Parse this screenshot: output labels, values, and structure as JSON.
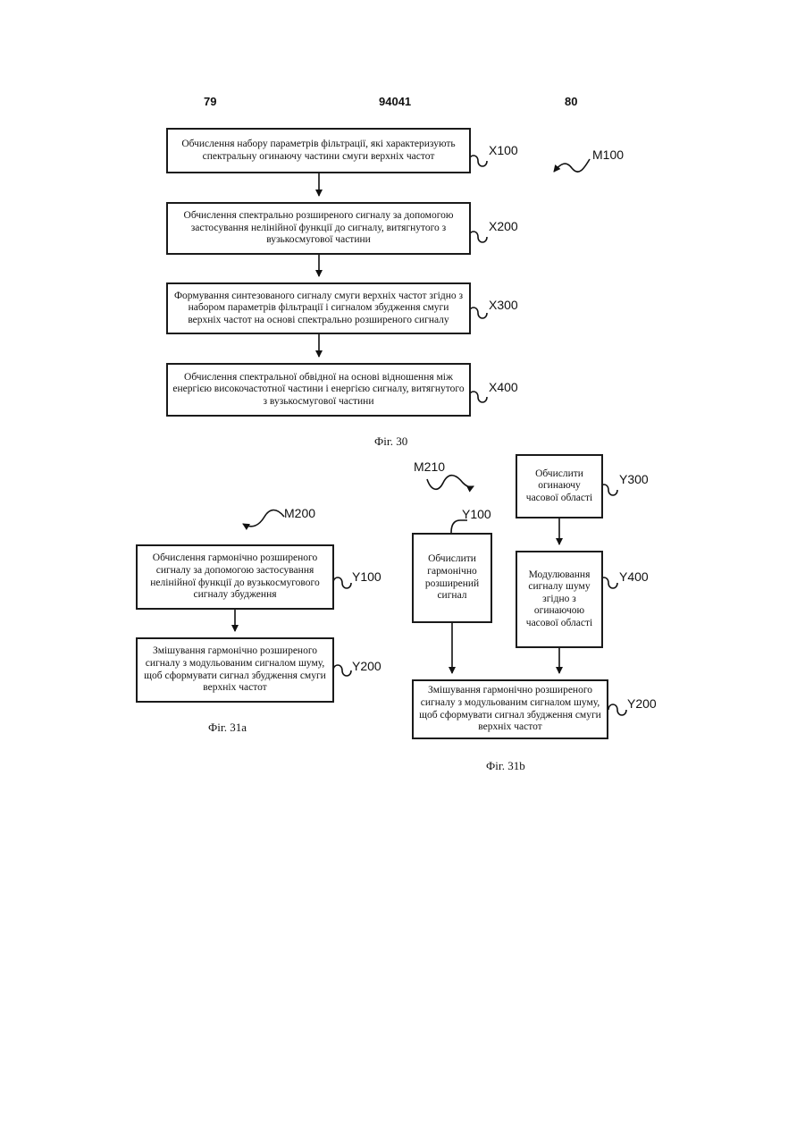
{
  "header": {
    "page_left": "79",
    "patent_number": "94041",
    "page_right": "80"
  },
  "fig30": {
    "method_label": "M100",
    "boxes": [
      {
        "id": "X100",
        "text": "Обчислення набору параметрів фільтрації, які характеризують спектральну огинаючу частини смуги верхніх частот"
      },
      {
        "id": "X200",
        "text": "Обчислення спектрально розширеного сигналу за допомогою застосування нелінійної функції до сигналу, витягнутого з вузькосмугової частини"
      },
      {
        "id": "X300",
        "text": "Формування синтезованого сигналу смуги верхніх частот згідно з набором параметрів фільтрації і сигналом збудження смуги верхніх частот на основі спектрально розширеного сигналу"
      },
      {
        "id": "X400",
        "text": "Обчислення спектральної обвідної на основі відношення між енергією високочастотної частини і енергією сигналу, витягнутого з вузькосмугової частини"
      }
    ],
    "caption": "Фіг. 30"
  },
  "fig31a": {
    "method_label": "M200",
    "boxes": [
      {
        "id": "Y100",
        "text": "Обчислення гармонічно розширеного сигналу за допомогою застосування нелінійної функції до вузькосмугового сигналу збудження"
      },
      {
        "id": "Y200",
        "text": "Змішування гармонічно розширеного сигналу з модульованим сигналом шуму, щоб сформувати сигнал збудження смуги верхніх частот"
      }
    ],
    "caption": "Фіг. 31a"
  },
  "fig31b": {
    "method_label": "M210",
    "boxes": [
      {
        "id": "Y100",
        "text": "Обчислити гармонічно розширений сигнал"
      },
      {
        "id": "Y300",
        "text": "Обчислити огинаючу часової області"
      },
      {
        "id": "Y400",
        "text": "Модулювання сигналу шуму згідно з огинаючою часової області"
      },
      {
        "id": "Y200",
        "text": "Змішування гармонічно розширеного сигналу з модульованим сигналом шуму, щоб сформувати сигнал збудження смуги верхніх частот"
      }
    ],
    "caption": "Фіг. 31b"
  }
}
